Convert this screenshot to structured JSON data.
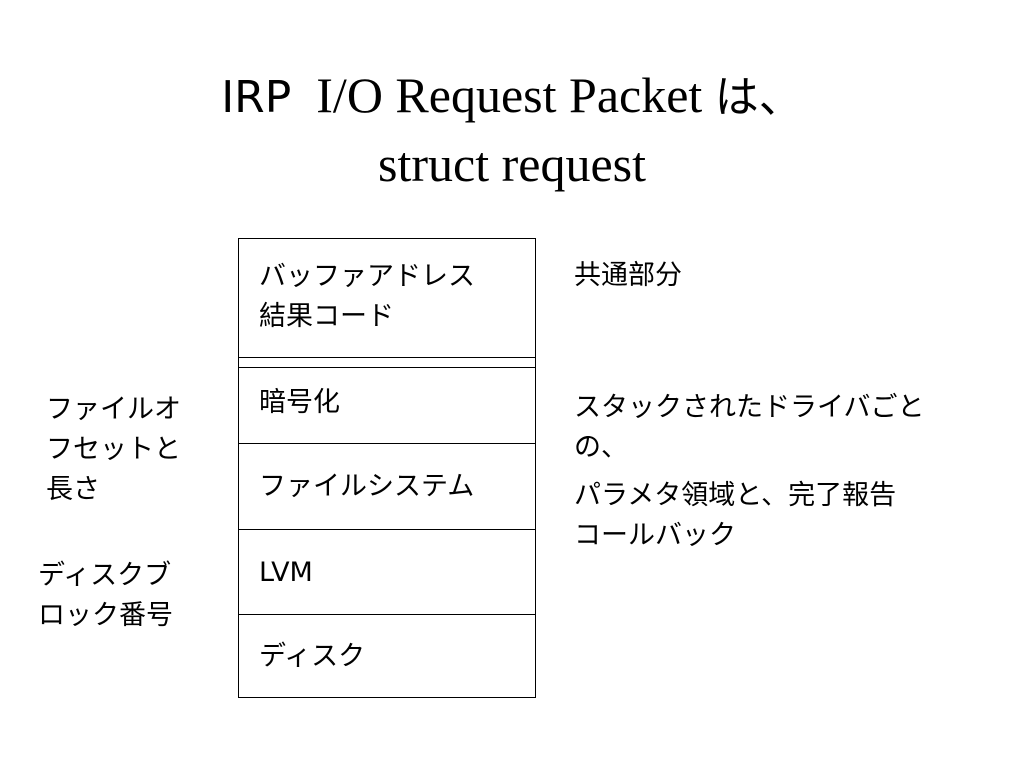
{
  "title": {
    "line1_prefix": "IRP",
    "line1_main": "I/O Request Packet",
    "line1_suffix": "は、",
    "line2": "struct request"
  },
  "stack": {
    "common": {
      "line1": "バッファアドレス",
      "line2": "結果コード"
    },
    "layers": [
      "暗号化",
      "ファイルシステム",
      "LVM",
      "ディスク"
    ]
  },
  "labels": {
    "common_part": "共通部分",
    "per_driver_line1": "スタックされたドライバごと",
    "per_driver_line2": "の、",
    "per_driver_line3": "パラメタ領域と、完了報告",
    "per_driver_line4": "コールバック",
    "file_offset_line1": "ファイルオ",
    "file_offset_line2": "フセットと",
    "file_offset_line3": "長さ",
    "disk_block_line1": "ディスクブ",
    "disk_block_line2": "ロック番号"
  }
}
